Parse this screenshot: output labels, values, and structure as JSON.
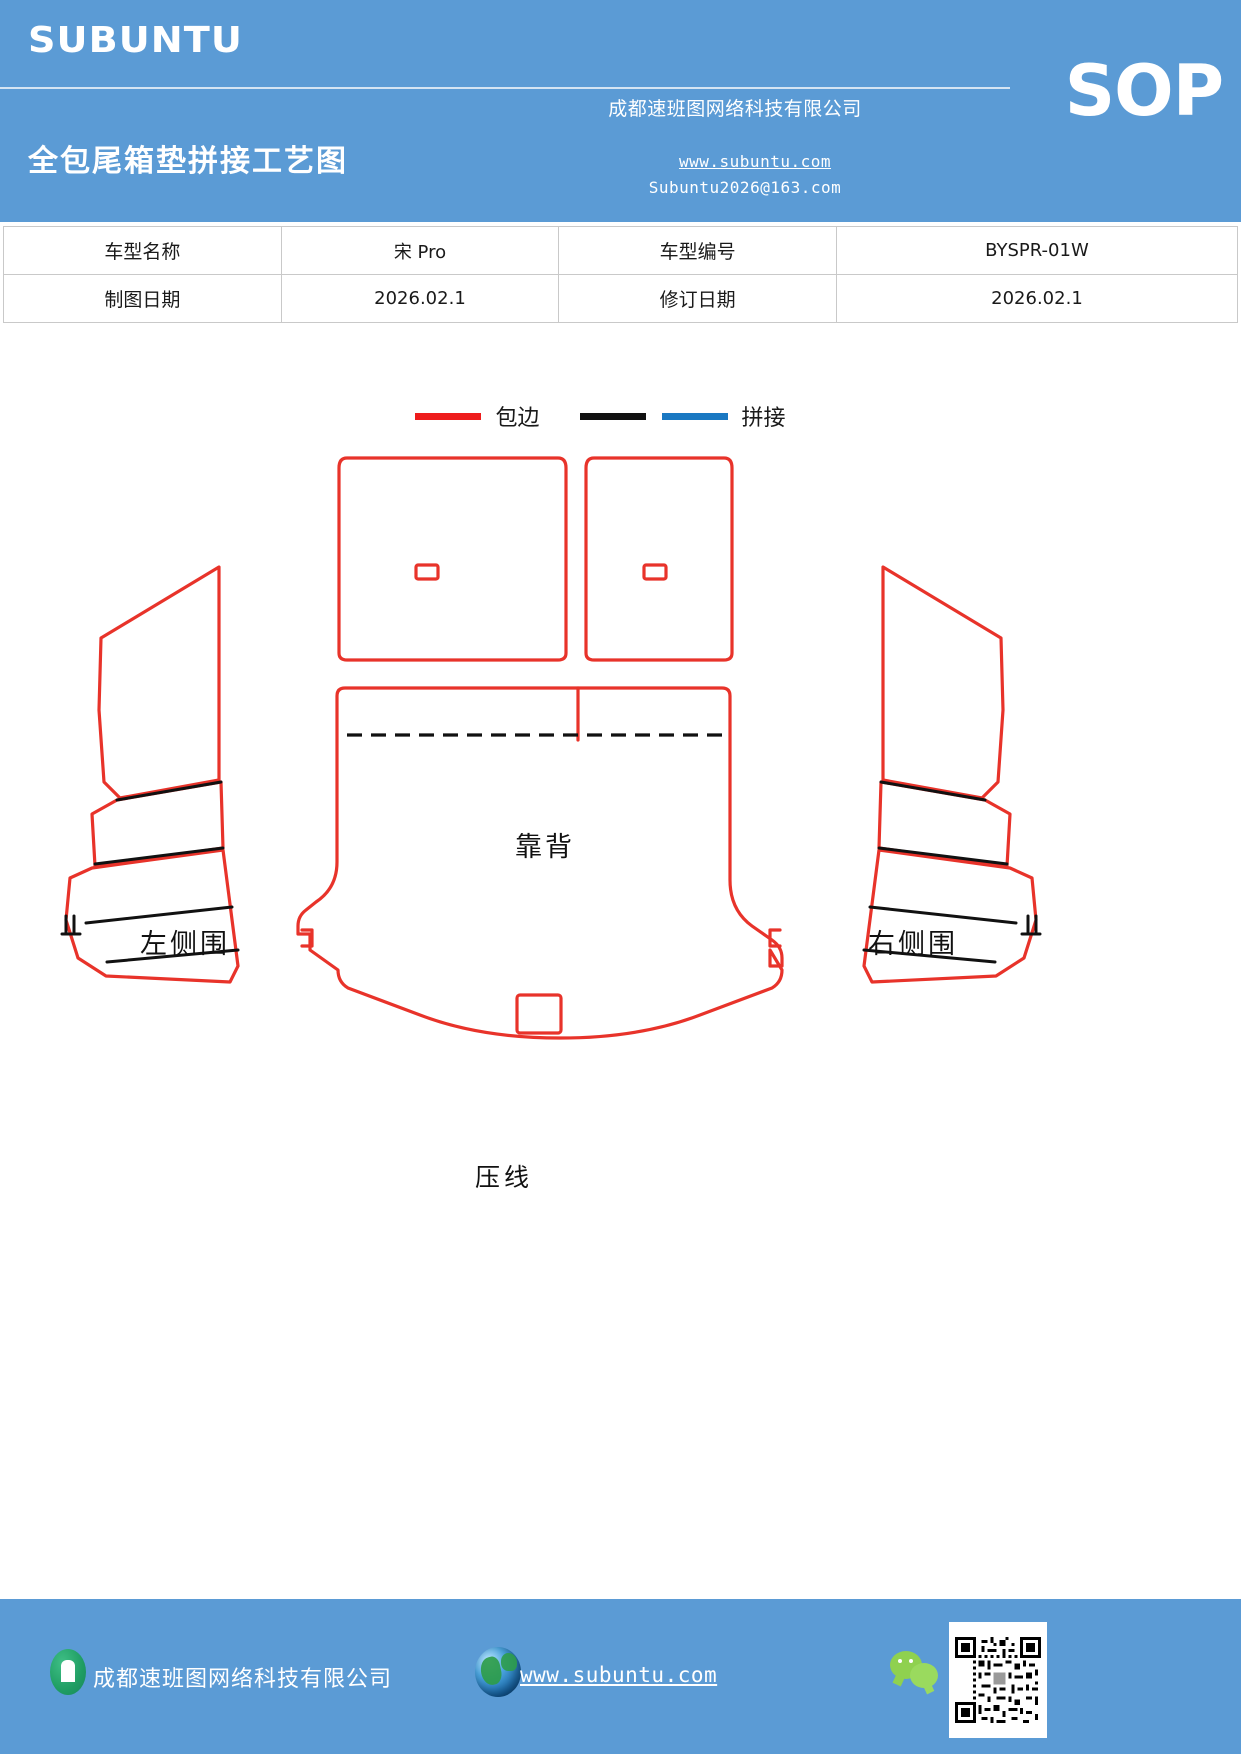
{
  "header": {
    "brand": "SUBUNTU",
    "sop_badge": "SOP",
    "company": "成都速班图网络科技有限公司",
    "doc_title": "全包尾箱垫拼接工艺图",
    "website": "www.subuntu.com",
    "email": "Subuntu2026@163.com",
    "bg_color": "#5b9bd5"
  },
  "info_table": {
    "rows": [
      {
        "label1": "车型名称",
        "value1": "宋 Pro",
        "label2": "车型编号",
        "value2": "BYSPR-01W"
      },
      {
        "label1": "制图日期",
        "value1": "2026.02.1",
        "label2": "修订日期",
        "value2": "2026.02.1"
      }
    ]
  },
  "legend": {
    "items": [
      {
        "color": "#ee1c1c",
        "label": "包边",
        "name": "binding"
      },
      {
        "color": "#111111",
        "label": "",
        "name": "stitch-black"
      },
      {
        "color": "#1a78c2",
        "label": "拼接",
        "name": "splice"
      }
    ]
  },
  "diagram": {
    "labels": {
      "backrest": "靠背",
      "left_side": "左侧围",
      "right_side": "右侧围",
      "press_line": "压线"
    },
    "colors": {
      "binding_red": "#e8332a",
      "stitch_black": "#111111",
      "splice_blue": "#1a78c2"
    }
  },
  "footer": {
    "company": "成都速班图网络科技有限公司",
    "website": "www.subuntu.com",
    "bg_color": "#5b9bd5"
  }
}
